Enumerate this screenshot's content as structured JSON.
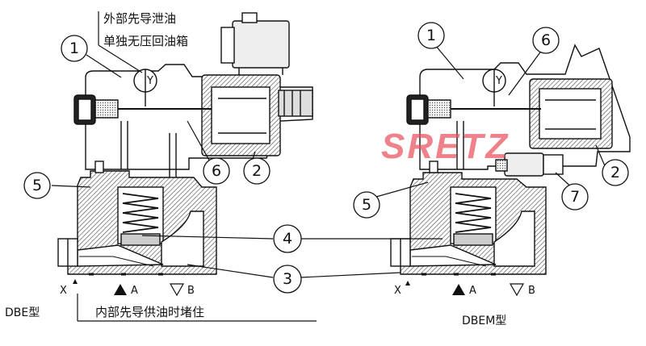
{
  "notes": {
    "top_line1": "外部先导泄油",
    "top_line2": "单独无压回油箱",
    "bottom": "内部先导供油时堵住"
  },
  "left_valve": {
    "model": "DBE型",
    "port_x": "X",
    "port_a": "A",
    "port_b": "B",
    "callouts": [
      "1",
      "5",
      "6",
      "2"
    ]
  },
  "right_valve": {
    "model": "DBEM型",
    "port_x": "X",
    "port_a": "A",
    "port_b": "B",
    "callouts": [
      "1",
      "6",
      "5",
      "2",
      "7"
    ]
  },
  "shared_callouts": [
    "4",
    "3"
  ],
  "pilot_port_letter": "Y",
  "watermark": "SRETZ",
  "colors": {
    "line": "#111111",
    "hatch": "#555555",
    "watermark": "#e8505b"
  }
}
